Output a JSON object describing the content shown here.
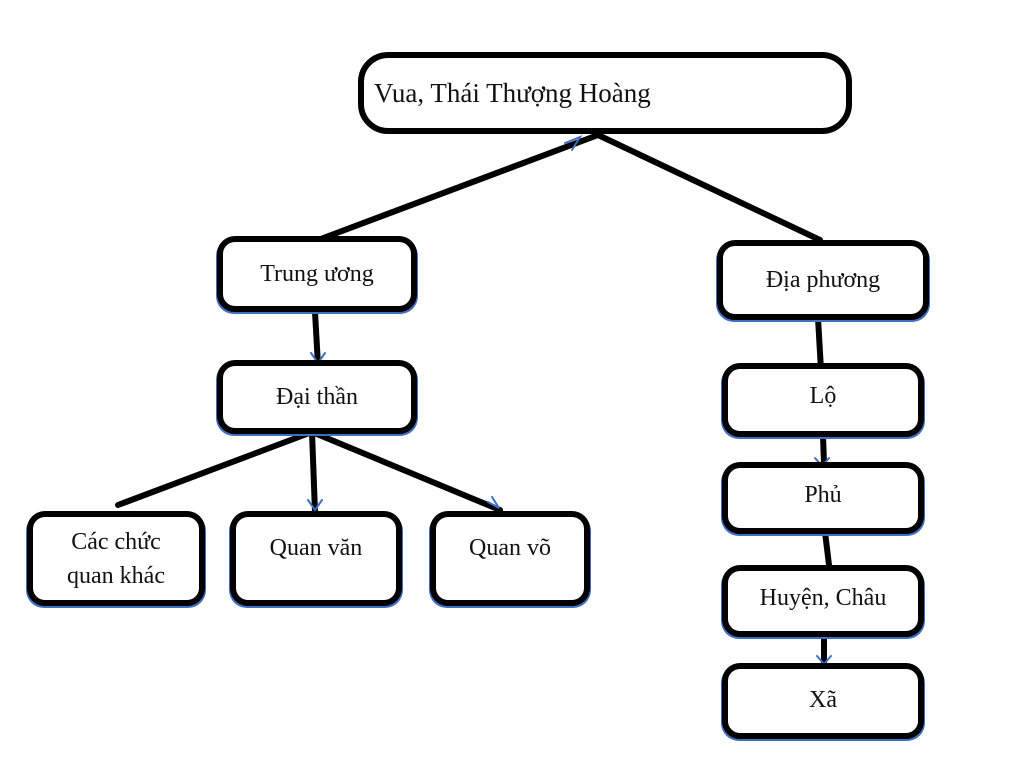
{
  "diagram": {
    "root": "Vua, Thái Thượng Hoàng",
    "central": {
      "label": "Trung ương",
      "minister": "Đại thần",
      "children": [
        "Các chức quan khác",
        "Quan văn",
        "Quan võ"
      ],
      "children_lines": [
        [
          "Các chức",
          "quan khác"
        ],
        [
          "Quan văn"
        ],
        [
          "Quan võ"
        ]
      ]
    },
    "local": {
      "label": "Địa phương",
      "levels": [
        "Lộ",
        "Phủ",
        "Huyện, Châu",
        "Xã"
      ]
    }
  },
  "colors": {
    "border": "#000000",
    "connector": "#000000",
    "shadow": "#3f6fc4",
    "background": "#ffffff"
  }
}
